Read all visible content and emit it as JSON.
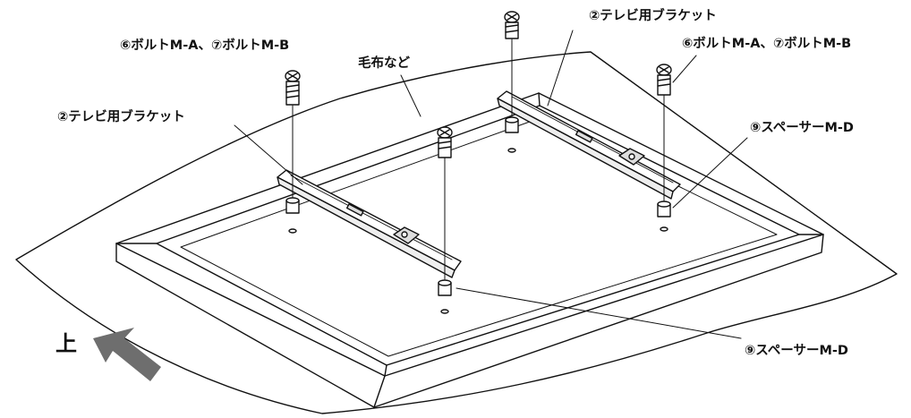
{
  "labels": {
    "bolt_left": "⑥ボルトM-A、⑦ボルトM-B",
    "bolt_right": "⑥ボルトM-A、⑦ボルトM-B",
    "blanket": "毛布など",
    "bracket_top": "②テレビ用ブラケット",
    "bracket_left": "②テレビ用ブラケット",
    "spacer_right": "⑨スペーサーM-D",
    "spacer_bottom": "⑨スペーサーM-D",
    "up": "上"
  },
  "icons": {
    "up_direction": "arrow-up-left-icon"
  }
}
